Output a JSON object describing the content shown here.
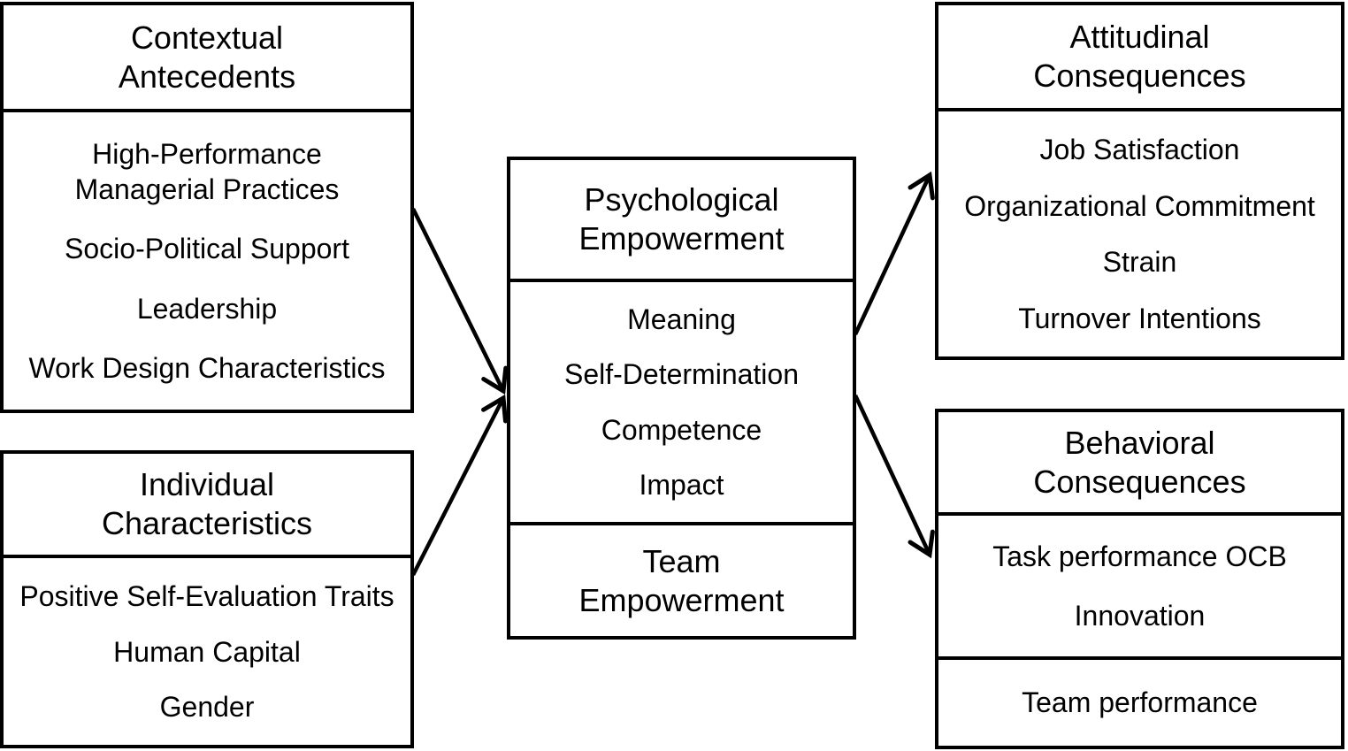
{
  "figure": {
    "background_color": "#ffffff",
    "line_color": "#000000",
    "text_color": "#000000"
  },
  "boxes": {
    "contextual_antecedents": {
      "title": [
        "Contextual",
        "Antecedents"
      ],
      "items": [
        [
          "High-Performance",
          "Managerial Practices"
        ],
        "Socio-Political Support",
        "Leadership",
        "Work Design Characteristics"
      ]
    },
    "individual_characteristics": {
      "title": [
        "Individual",
        "Characteristics"
      ],
      "items": [
        "Positive Self-Evaluation Traits",
        "Human Capital",
        "Gender"
      ]
    },
    "psychological_empowerment": {
      "title": [
        "Psychological",
        "Empowerment"
      ],
      "items": [
        "Meaning",
        "Self-Determination",
        "Competence",
        "Impact"
      ],
      "footer": [
        "Team",
        "Empowerment"
      ]
    },
    "attitudinal_consequences": {
      "title": [
        "Attitudinal",
        "Consequences"
      ],
      "items": [
        "Job Satisfaction",
        "Organizational Commitment",
        "Strain",
        "Turnover Intentions"
      ]
    },
    "behavioral_consequences": {
      "title": [
        "Behavioral",
        "Consequences"
      ],
      "items": [
        "Task performance OCB",
        "Innovation"
      ],
      "footer": "Team performance"
    }
  },
  "arrows": [
    {
      "from": "contextual_antecedents",
      "to": "psychological_empowerment"
    },
    {
      "from": "individual_characteristics",
      "to": "psychological_empowerment"
    },
    {
      "from": "psychological_empowerment",
      "to": "attitudinal_consequences"
    },
    {
      "from": "psychological_empowerment",
      "to": "behavioral_consequences"
    }
  ]
}
